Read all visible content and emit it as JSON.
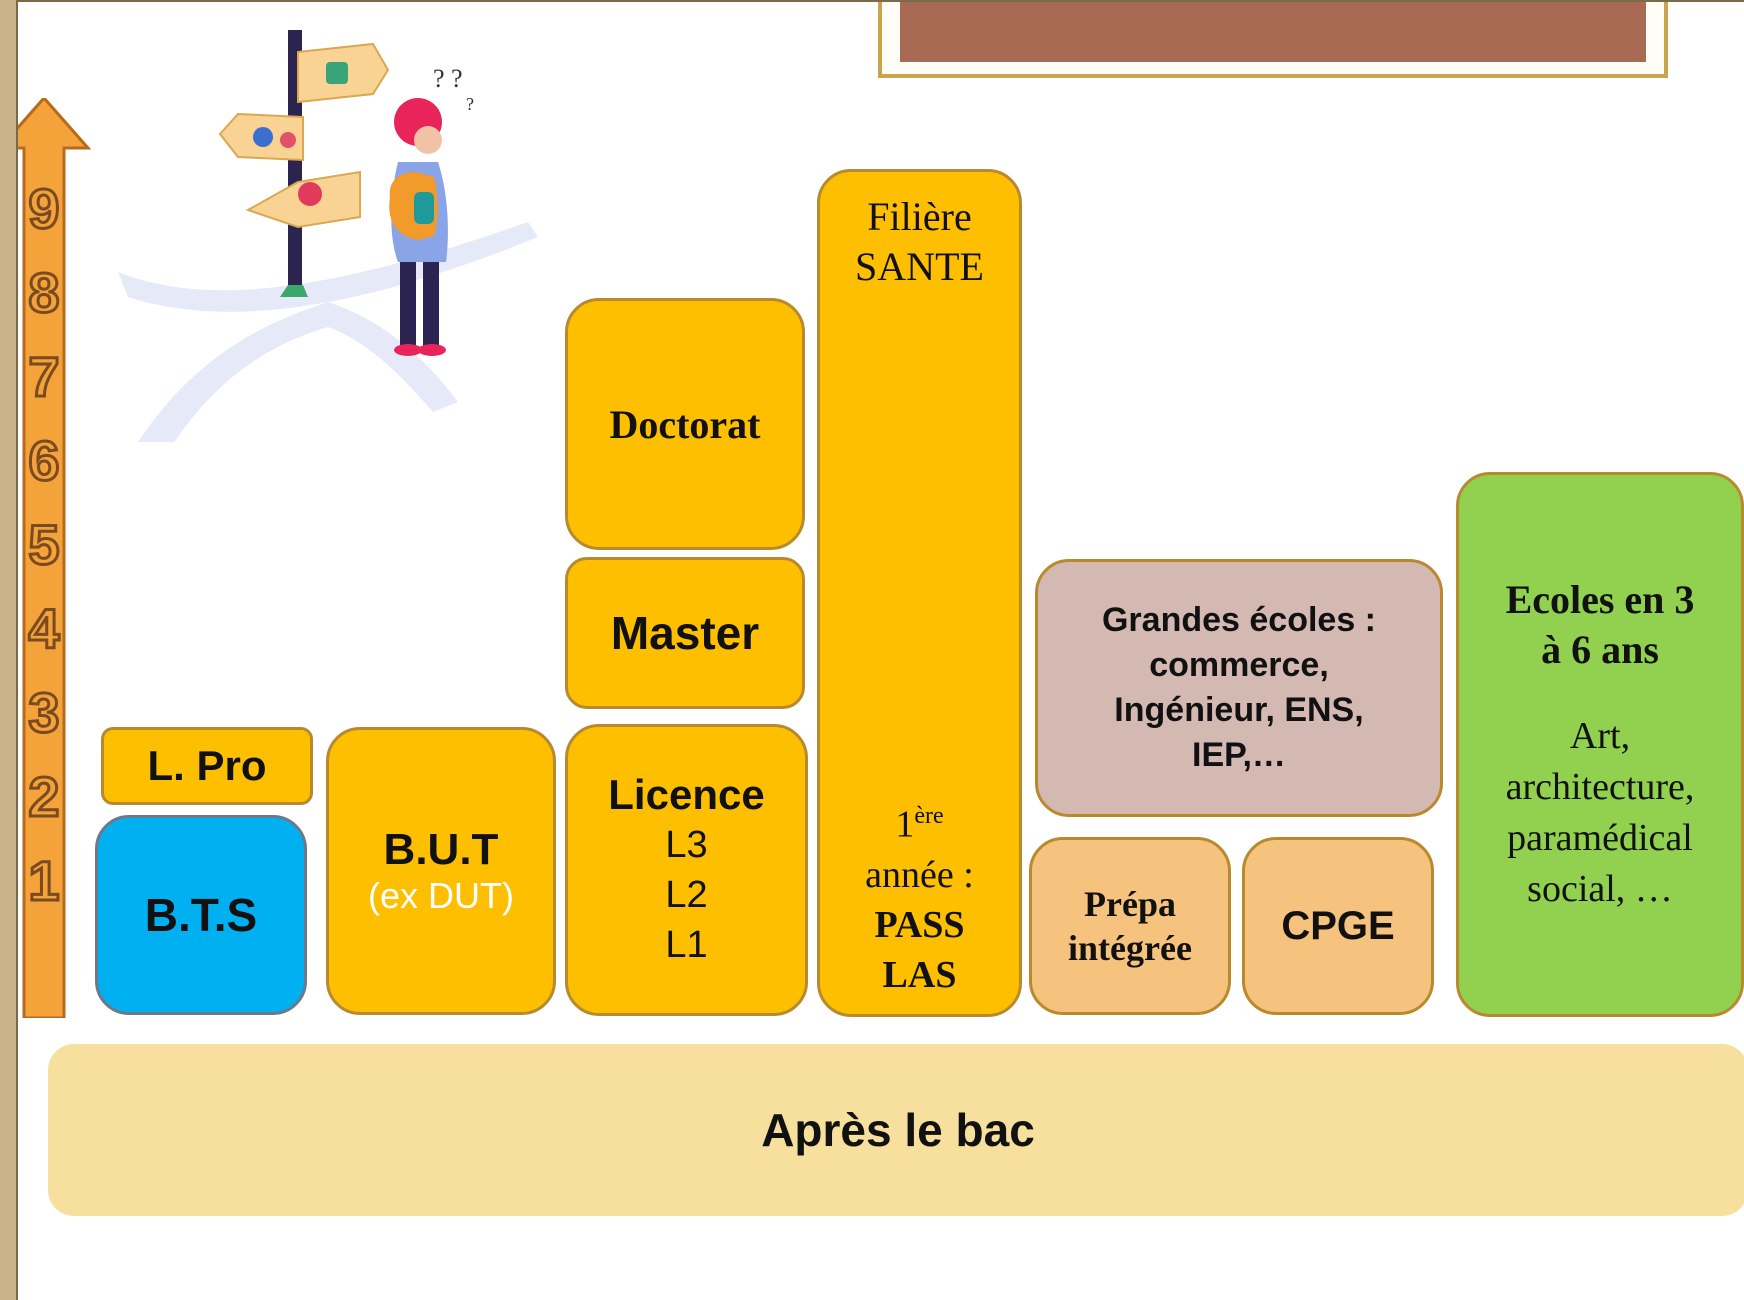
{
  "levels": [
    "9",
    "8",
    "7",
    "6",
    "5",
    "4",
    "3",
    "2",
    "1"
  ],
  "boxes": {
    "lpro": "L. Pro",
    "bts": "B.T.S",
    "but": "B.U.T",
    "but_sub": "(ex DUT)",
    "doctorat": "Doctorat",
    "master": "Master",
    "licence": "Licence",
    "licence_years": [
      "L3",
      "L2",
      "L1"
    ],
    "sante_title_1": "Filière",
    "sante_title_2": "SANTE",
    "sante_year_num": "1",
    "sante_year_sup": "ère",
    "sante_year_word": "année :",
    "sante_pass": "PASS",
    "sante_las": "LAS",
    "grandes_ecoles_1": "Grandes écoles :",
    "grandes_ecoles_2": "commerce,",
    "grandes_ecoles_3": "Ingénieur, ENS,",
    "grandes_ecoles_4": "IEP,…",
    "prepa_1": "Prépa",
    "prepa_2": "intégrée",
    "cpge": "CPGE",
    "ecoles_1": "Ecoles en 3",
    "ecoles_2": "à 6 ans",
    "ecoles_list_1": "Art,",
    "ecoles_list_2": "architecture,",
    "ecoles_list_3": "paramédical",
    "ecoles_list_4": "social, …"
  },
  "base": "Après le bac",
  "colors": {
    "yellow": "#fdbf00",
    "blue": "#00b0f0",
    "mauve": "#d4b8b2",
    "peach": "#f6c37e",
    "green": "#92d050",
    "base": "#f7df9e",
    "title_bar": "#a86a52",
    "arrow": "#f4a23a"
  },
  "icons": {
    "illustration": "student-at-signpost-illustration",
    "arrow": "up-arrow-icon"
  }
}
